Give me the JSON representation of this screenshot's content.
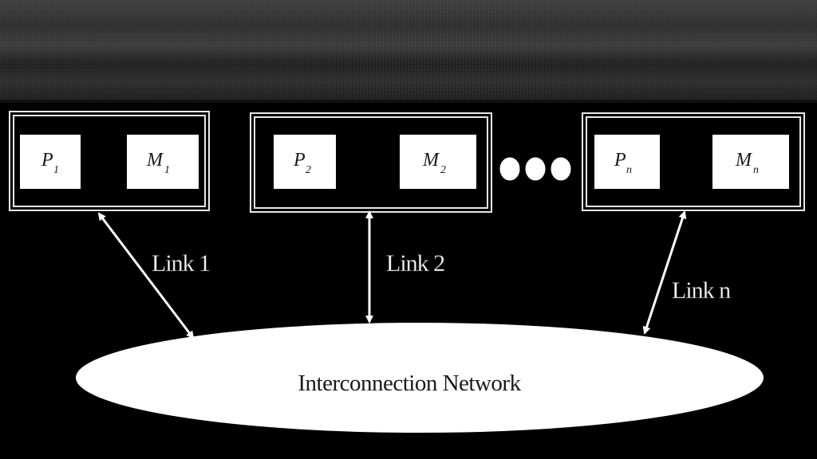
{
  "nodes": [
    {
      "processor": {
        "letter": "P",
        "subscript": "1"
      },
      "memory": {
        "letter": "M",
        "subscript": "1"
      }
    },
    {
      "processor": {
        "letter": "P",
        "subscript": "2"
      },
      "memory": {
        "letter": "M",
        "subscript": "2"
      }
    },
    {
      "processor": {
        "letter": "P",
        "subscript": "n"
      },
      "memory": {
        "letter": "M",
        "subscript": "n"
      }
    }
  ],
  "links": [
    {
      "label": "Link 1"
    },
    {
      "label": "Link 2"
    },
    {
      "label": "Link n"
    }
  ],
  "network": {
    "label": "Interconnection Network"
  },
  "colors": {
    "background": "#000000",
    "foreground": "#ffffff",
    "top_band": "#2c2c2c"
  }
}
